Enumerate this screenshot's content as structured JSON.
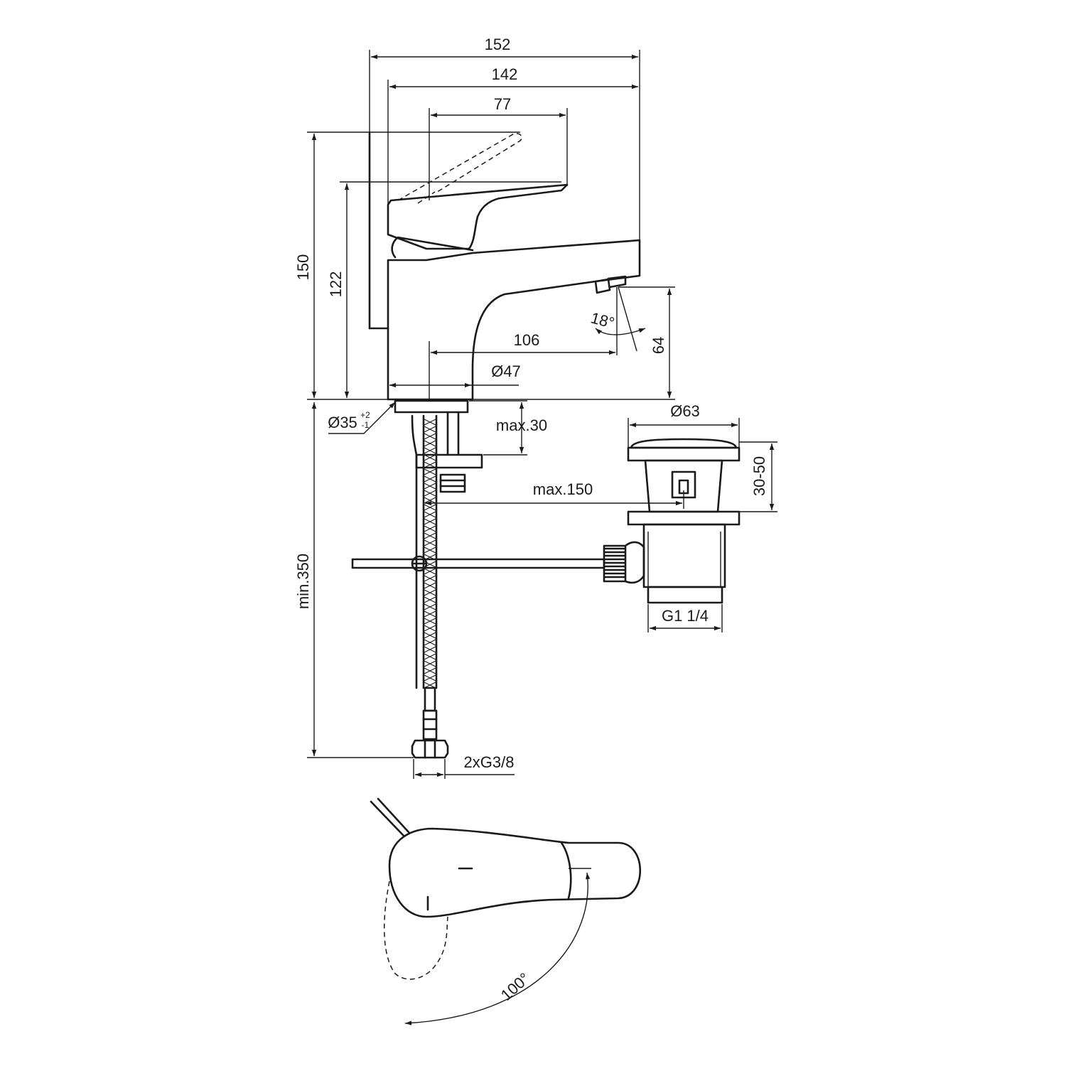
{
  "dimensions": {
    "width_152": "152",
    "width_142": "142",
    "width_77": "77",
    "height_150": "150",
    "height_122": "122",
    "angle_18": "18°",
    "reach_106": "106",
    "height_64": "64",
    "dia_47": "Ø47",
    "dia_35": "Ø35",
    "dia_35_tol_upper": "+2",
    "dia_35_tol_lower": "-1",
    "max_30": "max.30",
    "dia_63": "Ø63",
    "range_30_50": "30-50",
    "max_150": "max.150",
    "min_350": "min.350",
    "thread_g114": "G1 1/4",
    "thread_g38": "2xG3/8",
    "angle_100": "100°"
  },
  "colors": {
    "line": "#1a1a1a",
    "background": "#ffffff"
  }
}
